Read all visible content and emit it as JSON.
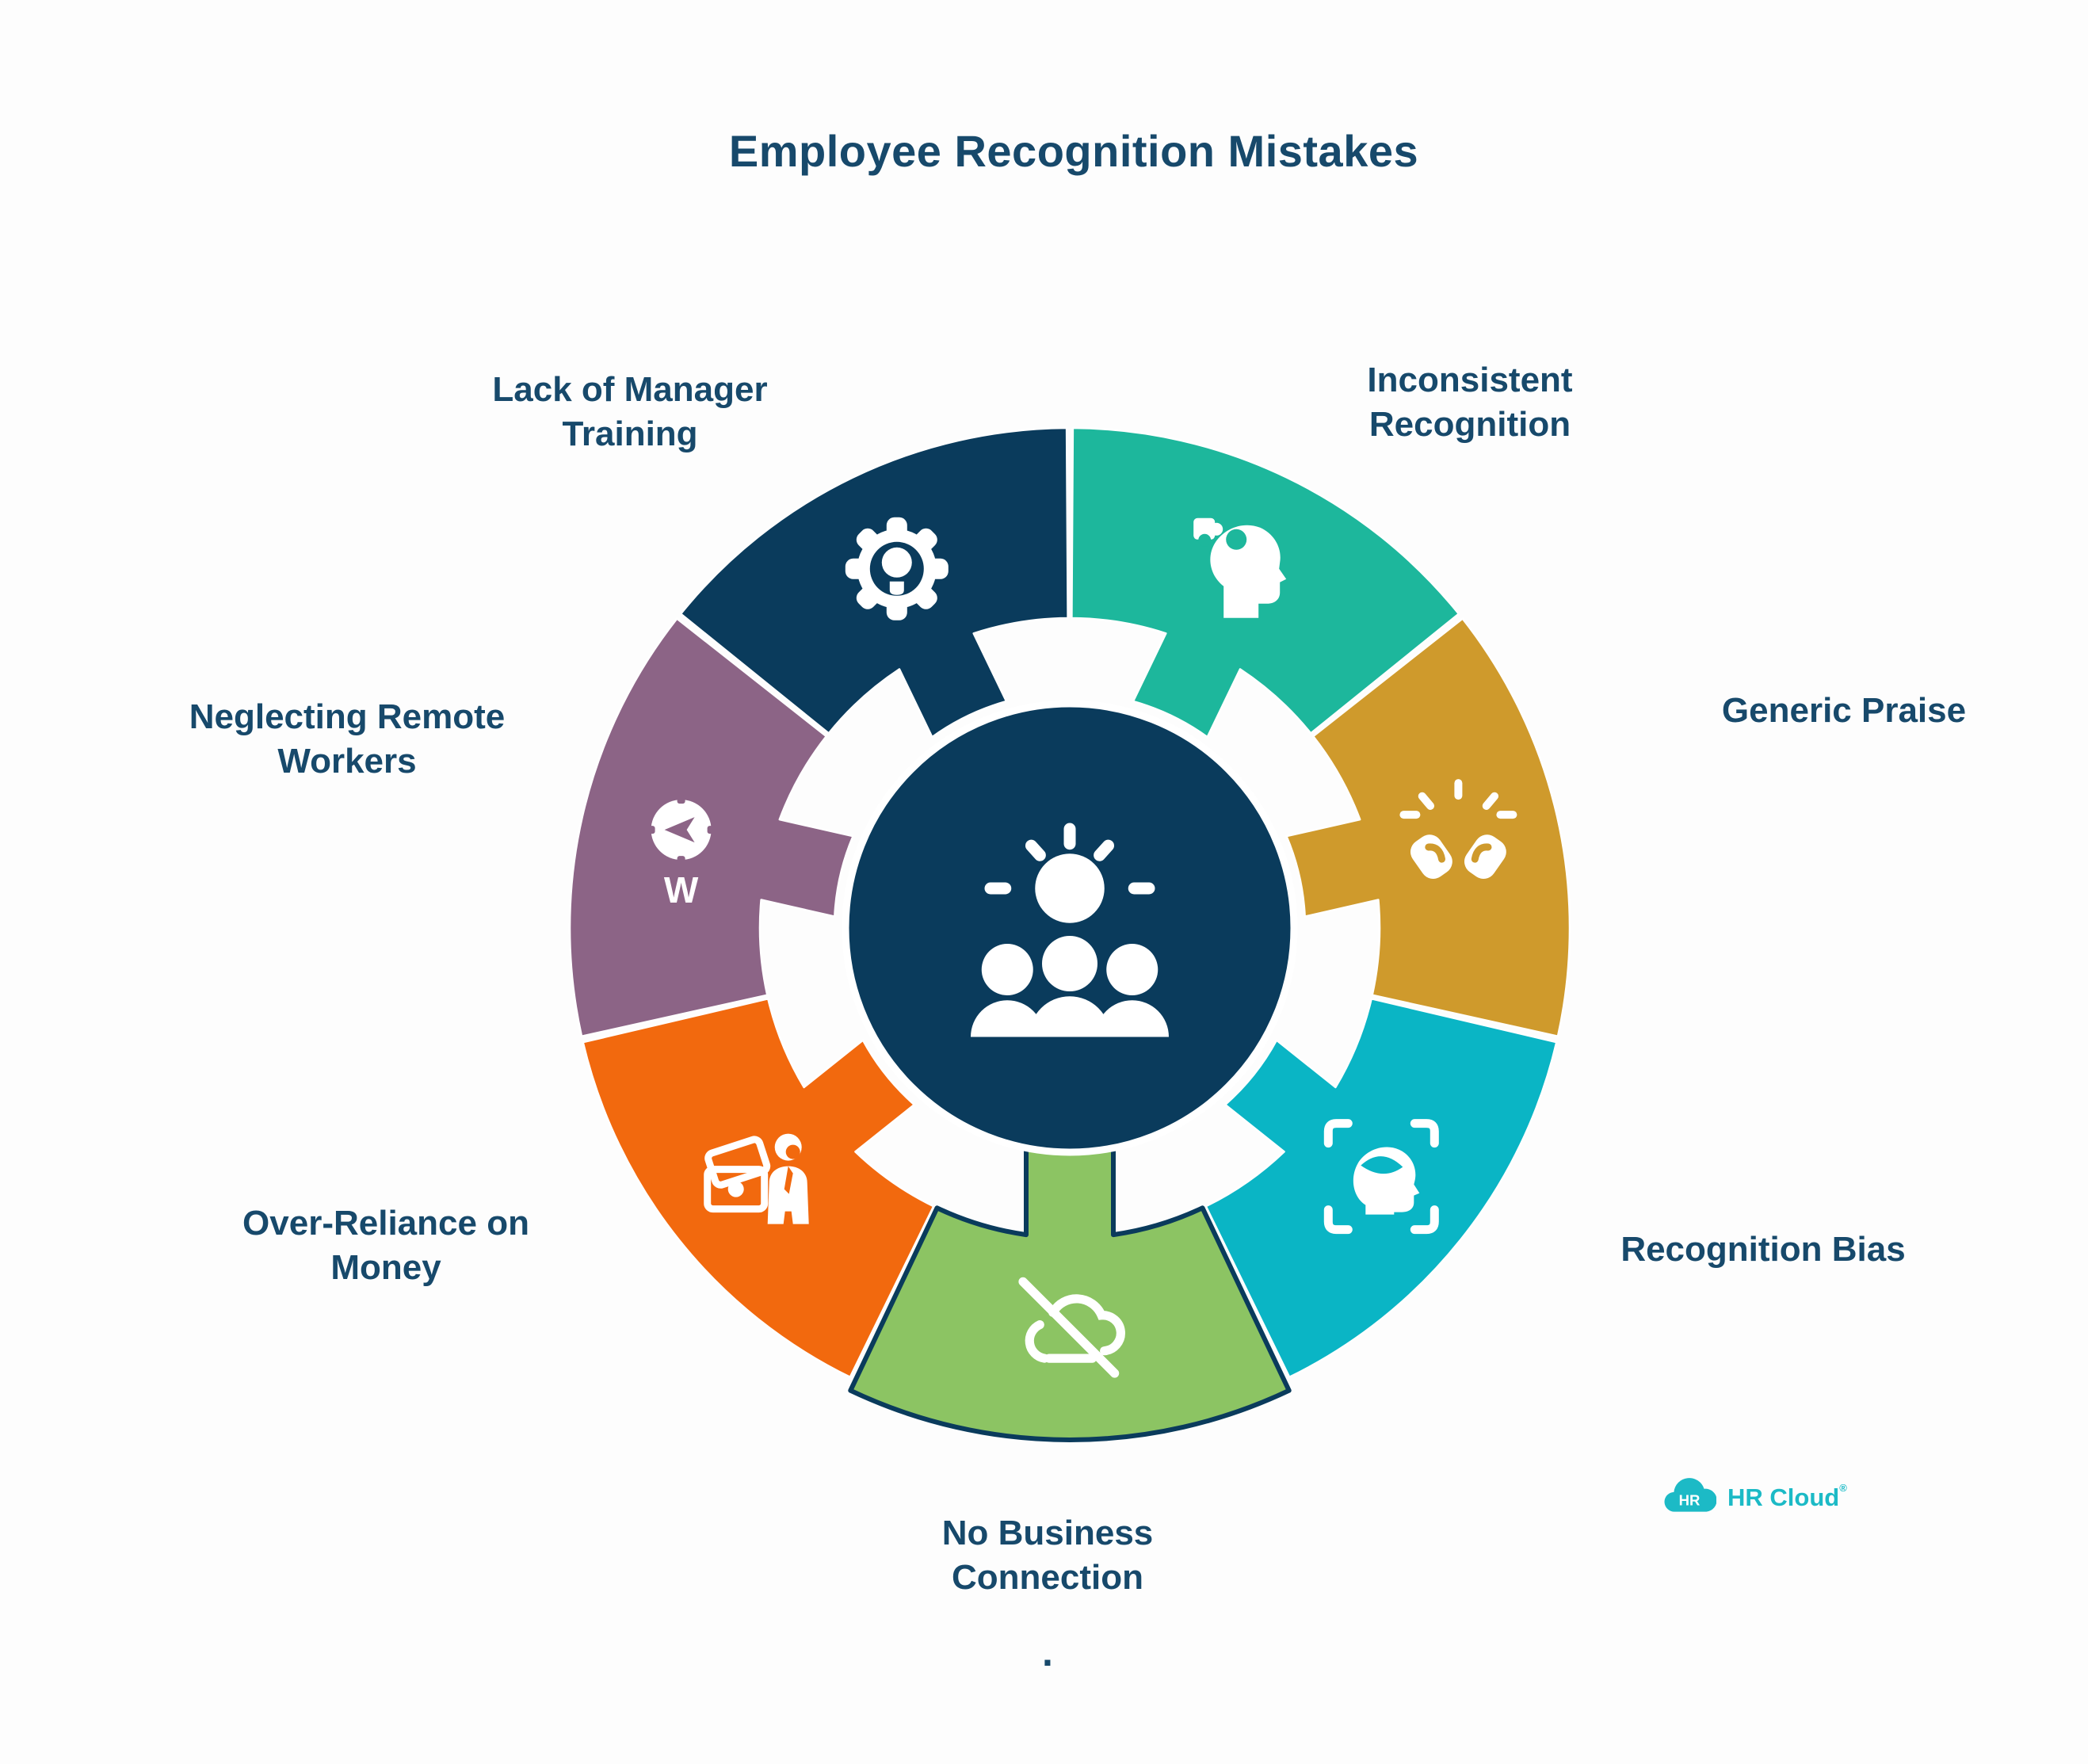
{
  "title": "Employee Recognition Mistakes",
  "colors": {
    "navy": "#0a3b5c",
    "label_text": "#17496b",
    "white": "#ffffff"
  },
  "wheel": {
    "center": {
      "color": "#0a3b5c",
      "icon": "sun-people"
    },
    "segments": [
      {
        "id": "lack-of-manager-training",
        "label_lines": [
          "Lack of Manager",
          "Training"
        ],
        "color": "#0a3b5c",
        "icon": "gear-bulb"
      },
      {
        "id": "inconsistent-recognition",
        "label_lines": [
          "Inconsistent",
          "Recognition"
        ],
        "color": "#1db79c",
        "icon": "head-puzzle"
      },
      {
        "id": "generic-praise",
        "label_lines": [
          "Generic Praise",
          ""
        ],
        "color": "#cf9a2c",
        "icon": "clapping-hands"
      },
      {
        "id": "recognition-bias",
        "label_lines": [
          "Recognition Bias",
          ""
        ],
        "color": "#0ab5c5",
        "icon": "head-scan"
      },
      {
        "id": "no-business-connection",
        "label_lines": [
          "No Business",
          "Connection"
        ],
        "color": "#8cc463",
        "icon": "cloud-slash",
        "highlighted": true
      },
      {
        "id": "over-reliance-on-money",
        "label_lines": [
          "Over-Reliance on",
          "Money"
        ],
        "color": "#f2690e",
        "icon": "money-person"
      },
      {
        "id": "neglecting-remote-workers",
        "label_lines": [
          "Neglecting Remote",
          "Workers"
        ],
        "color": "#8c6486",
        "icon": "compass",
        "compass_letter": "W"
      }
    ]
  },
  "footnote_dot": ".",
  "logo": {
    "badge": "HR",
    "wordmark": "HR Cloud",
    "registered": "®",
    "color": "#1cbac6"
  }
}
